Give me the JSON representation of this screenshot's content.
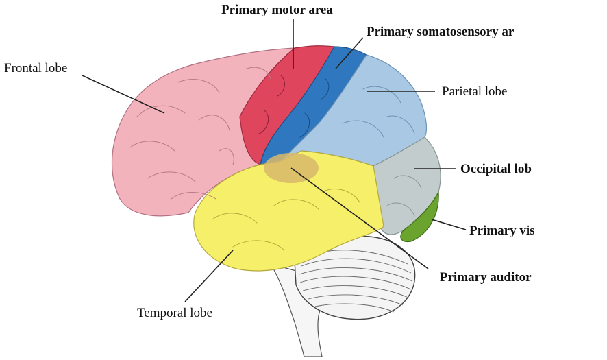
{
  "labels": {
    "frontal": "Frontal lobe",
    "motor": "Primary motor area",
    "somatosensory": "Primary somatosensory ar",
    "parietal": "Parietal lobe",
    "occipital": "Occipital lob",
    "visual": "Primary vis",
    "auditory": "Primary auditor",
    "temporal": "Temporal lobe"
  },
  "colors": {
    "frontal": "#f3b3bd",
    "motor": "#e0455e",
    "somatosensory": "#2f78c0",
    "parietal": "#a9c8e4",
    "occipital": "#c3cccc",
    "visual": "#6aa32e",
    "temporal": "#f6ef6a",
    "auditory": "#d8b86a",
    "cerebellum": "#f4f4f4",
    "line": "#222222"
  }
}
